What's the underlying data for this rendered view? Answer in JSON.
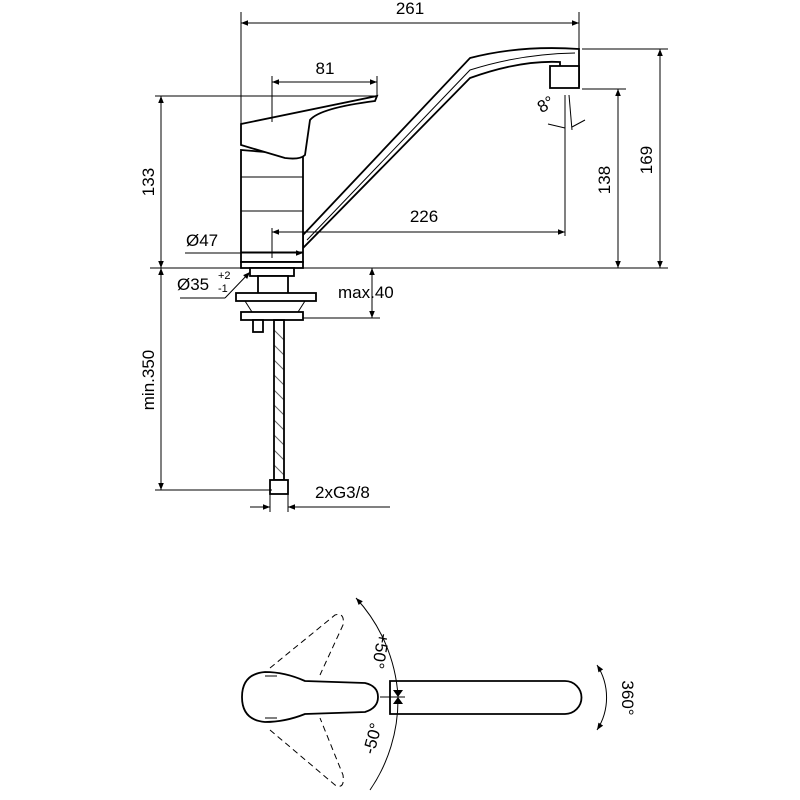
{
  "drawing": {
    "side_view": {
      "overall_length": "261",
      "lever_length": "81",
      "height_lever": "133",
      "height_spout": "169",
      "height_outlet": "138",
      "spout_reach": "226",
      "body_diameter": "Ø47",
      "hole_diameter": "Ø35",
      "hole_tol_plus": "+2",
      "hole_tol_minus": "-1",
      "max_thickness": "max.40",
      "min_hose": "min.350",
      "connections": "2xG3/8",
      "outlet_angle": "8°"
    },
    "top_view": {
      "lever_plus": "+50°",
      "lever_minus": "-50°",
      "spout_rotation": "360°"
    }
  }
}
